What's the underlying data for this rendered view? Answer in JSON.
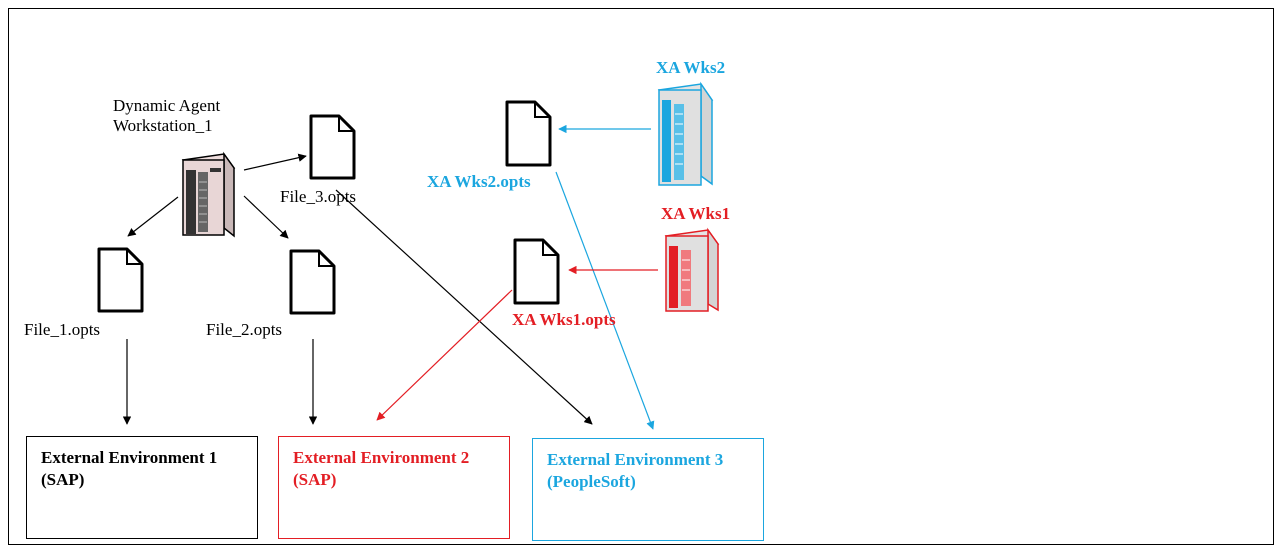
{
  "colors": {
    "black": "#000000",
    "red": "#e31e24",
    "blue": "#1ba6df"
  },
  "agent": {
    "label_line1": "Dynamic Agent",
    "label_line2": "Workstation_1"
  },
  "files": {
    "file1": "File_1.opts",
    "file2": "File_2.opts",
    "file3": "File_3.opts",
    "xa_wks2": "XA Wks2.opts",
    "xa_wks1": "XA Wks1.opts"
  },
  "servers": {
    "xa_wks2": "XA Wks2",
    "xa_wks1": "XA Wks1"
  },
  "environments": [
    {
      "title": "External Environment 1",
      "subtitle": "(SAP)"
    },
    {
      "title": "External Environment 2",
      "subtitle": "(SAP)"
    },
    {
      "title": "External Environment 3",
      "subtitle": "(PeopleSoft)"
    }
  ]
}
